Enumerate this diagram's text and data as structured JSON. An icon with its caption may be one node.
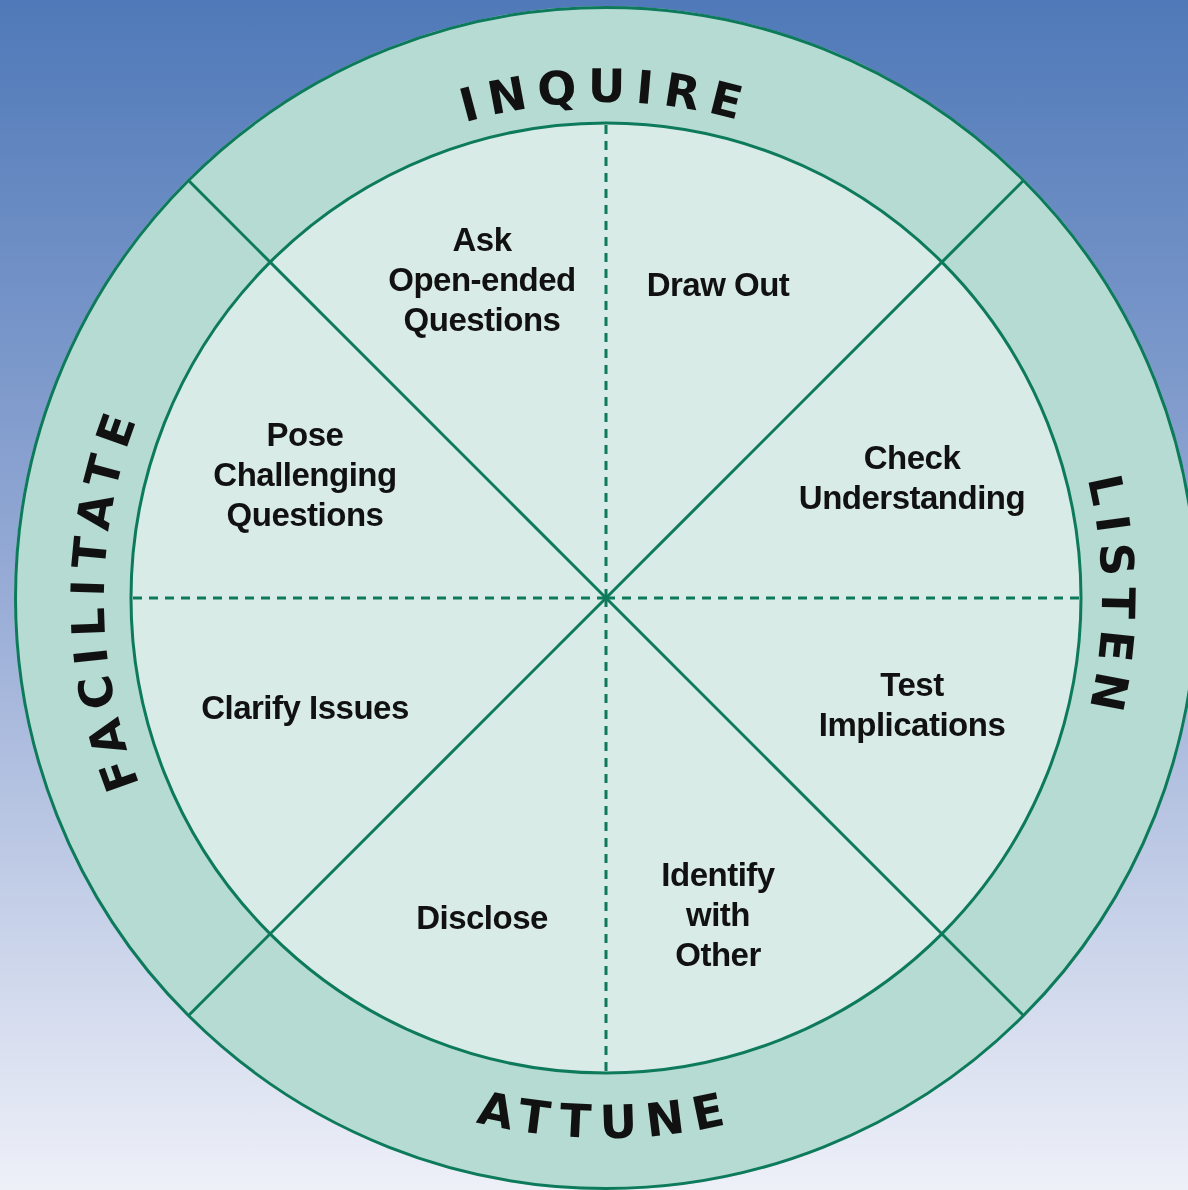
{
  "diagram": {
    "nodes": [
      {
        "text": [
          "INQUIRE"
        ]
      },
      {
        "text": [
          "Ask Open-ended Questions"
        ]
      },
      {
        "text": [
          "Draw Out"
        ]
      },
      {
        "text": [
          "FACILITATE"
        ]
      },
      {
        "text": [
          "Pose Challenging Questions"
        ]
      },
      {
        "text": [
          "Check Understanding"
        ]
      },
      {
        "text": [
          "LISTEN"
        ]
      },
      {
        "text": [
          "Clarify Issues"
        ]
      },
      {
        "text": [
          "Test Implications"
        ]
      },
      {
        "text": [
          "Disclose"
        ]
      },
      {
        "text": [
          "Identify with Other"
        ]
      },
      {
        "text": [
          "ATTUNE"
        ]
      }
    ]
  }
}
